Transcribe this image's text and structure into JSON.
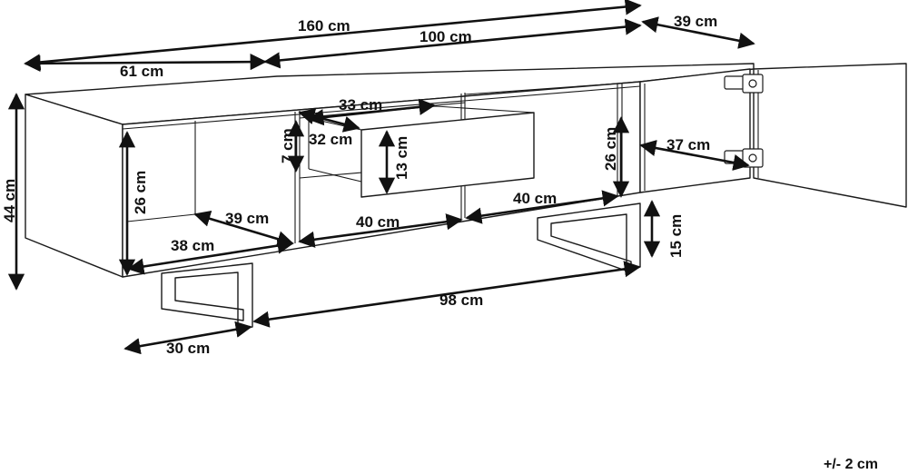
{
  "dimensions": {
    "total_length": "160 cm",
    "drawer_section_length": "100 cm",
    "left_section_length": "61 cm",
    "depth_top": "39 cm",
    "total_height": "44 cm",
    "left_compartment_height": "26 cm",
    "left_compartment_depth": "39 cm",
    "left_compartment_width": "38 cm",
    "drawer_top_width": "33 cm",
    "drawer_depth": "32 cm",
    "drawer_inner_height": "7 cm",
    "drawer_front_height": "13 cm",
    "lower_compartment_left_width": "40 cm",
    "lower_compartment_right_width": "40 cm",
    "right_compartment_height": "26 cm",
    "right_compartment_depth": "37 cm",
    "leg_height": "15 cm",
    "leg_span": "98 cm",
    "leg_depth": "30 cm"
  },
  "tolerance": "+/- 2 cm",
  "colors": {
    "line": "#1a1a1a",
    "background": "#ffffff"
  }
}
